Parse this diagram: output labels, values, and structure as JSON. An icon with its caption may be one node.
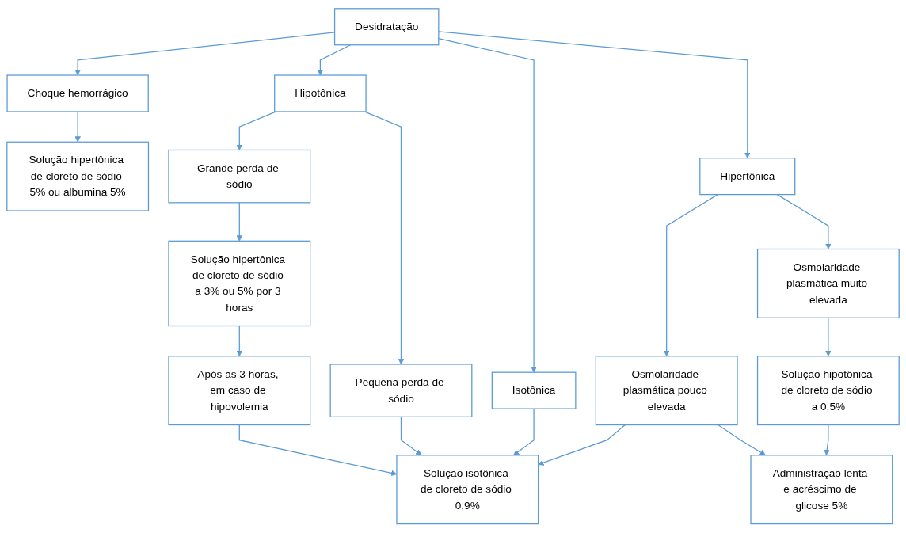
{
  "diagram": {
    "nodes": [
      {
        "text": [
          "Desidratação"
        ]
      },
      {
        "text": [
          "Choque hemorrágico"
        ]
      },
      {
        "text": [
          "Hipotônica"
        ]
      },
      {
        "text": [
          "Isotônica"
        ]
      },
      {
        "text": [
          "Hipertônica"
        ]
      },
      {
        "text": [
          "Grande perda de sódio"
        ]
      },
      {
        "text": [
          "Pequena perda de sódio"
        ]
      },
      {
        "text": [
          "Osmolaridade plasmática pouco elevada"
        ]
      },
      {
        "text": [
          "Osmolaridade plasmática muito elevada"
        ]
      },
      {
        "text": [
          "Solução hipertônica de cloreto de sódio 5% ou albumina 5%"
        ]
      },
      {
        "text": [
          "Solução hipertônica de cloreto de sódio a 3% ou 5% por 3 horas"
        ]
      },
      {
        "text": [
          "Solução isotônica de cloreto de sódio 0,9%"
        ]
      },
      {
        "text": [
          "Solução hipotônica de cloreto de sódio a 0,5%"
        ]
      },
      {
        "text": [
          "Após as 3 horas, em caso de hipovolemia"
        ]
      },
      {
        "text": [
          "Administração lenta e acréscimo de glicose 5%"
        ]
      }
    ],
    "edges": [
      {
        "from": 0,
        "to": 1,
        "arrow": "to"
      },
      {
        "from": 0,
        "to": 2,
        "arrow": "to"
      },
      {
        "from": 0,
        "to": 3,
        "arrow": "to"
      },
      {
        "from": 0,
        "to": 4,
        "arrow": "to"
      },
      {
        "from": 1,
        "to": 9,
        "arrow": "to"
      },
      {
        "from": 2,
        "to": 5,
        "arrow": "to"
      },
      {
        "from": 2,
        "to": 6,
        "arrow": "to"
      },
      {
        "from": 3,
        "to": 11,
        "arrow": "to"
      },
      {
        "from": 4,
        "to": 7,
        "arrow": "to"
      },
      {
        "from": 4,
        "to": 8,
        "arrow": "to"
      },
      {
        "from": 5,
        "to": 10,
        "arrow": "to"
      },
      {
        "from": 6,
        "to": 11,
        "arrow": "to"
      },
      {
        "from": 7,
        "to": 11,
        "arrow": "to"
      },
      {
        "from": 7,
        "to": 14,
        "arrow": "to"
      },
      {
        "from": 8,
        "to": 12,
        "arrow": "to"
      },
      {
        "from": 12,
        "to": 14,
        "arrow": "to"
      },
      {
        "from": 10,
        "to": 13,
        "arrow": "to"
      },
      {
        "from": 13,
        "to": 11,
        "arrow": "to"
      }
    ]
  }
}
